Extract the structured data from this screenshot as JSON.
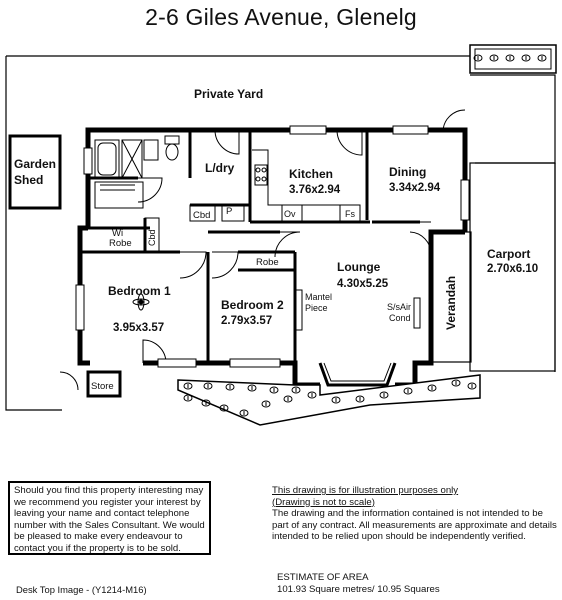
{
  "title": "2-6 Giles Avenue, Glenelg",
  "rooms": {
    "private_yard": "Private Yard",
    "garden_shed_line1": "Garden",
    "garden_shed_line2": "Shed",
    "ldry": "L/dry",
    "kitchen": "Kitchen",
    "kitchen_dim": "3.76x2.94",
    "dining": "Dining",
    "dining_dim": "3.34x2.94",
    "carport": "Carport",
    "carport_dim": "2.70x6.10",
    "verandah": "Verandah",
    "lounge": "Lounge",
    "lounge_dim": "4.30x5.25",
    "bedroom1": "Bedroom 1",
    "bedroom1_dim": "3.95x3.57",
    "bedroom2": "Bedroom 2",
    "bedroom2_dim": "2.79x3.57",
    "robe": "Robe",
    "wi_robe_line1": "Wi",
    "wi_robe_line2": "Robe",
    "cbd_vertical": "Cbd",
    "cbd": "Cbd",
    "pantry": "P",
    "oven": "Ov",
    "fridge_space": "Fs",
    "mantel_line1": "Mantel",
    "mantel_line2": "Piece",
    "split_air_line1": "S/sAir",
    "split_air_line2": "Cond",
    "store": "Store"
  },
  "contact_note": "Should you find this property interesting may we recommend you register your interest by leaving your name and contact telephone number with the Sales Consultant. We would be pleased to make every endeavour to contact you if the property is to be sold.",
  "disclaimer": {
    "line1": "This drawing is for illustration purposes only",
    "line2": "(Drawing is not to scale)",
    "body": "The drawing and the information contained is not intended to be part of any contract.  All measurements are approximate and details intended to be relied upon should be independently verified."
  },
  "image_code": "Desk Top Image - (Y1214-M16)",
  "area": {
    "heading": "ESTIMATE OF AREA",
    "value": "101.93 Square metres/  10.95 Squares"
  }
}
